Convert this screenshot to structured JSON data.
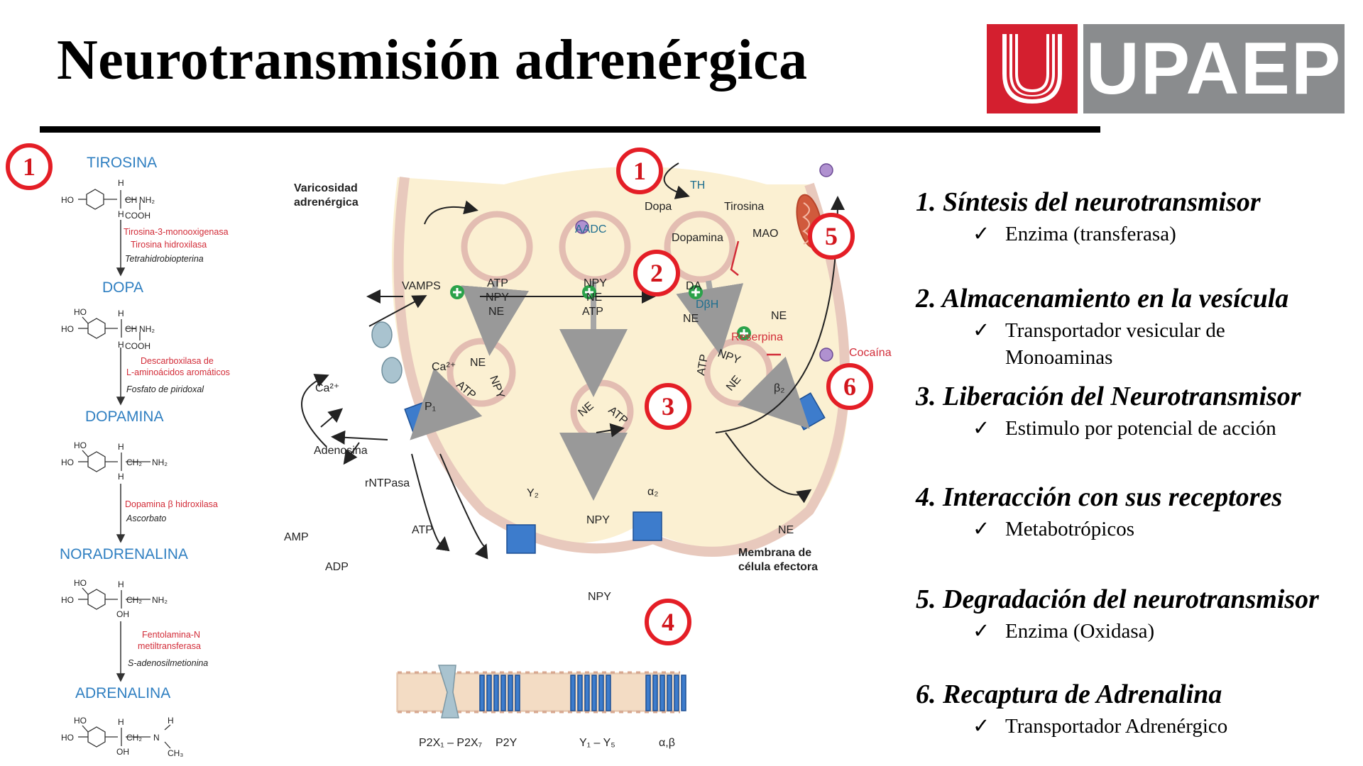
{
  "title": "Neurotransmisión adrenérgica",
  "logo": {
    "text": "UPAEP",
    "letter": "U"
  },
  "colors": {
    "accent_red": "#e41e26",
    "chem_blue": "#2f7fc1",
    "enzyme_red": "#d22c38",
    "receptor_blue": "#3d7ccc",
    "cytoplasm": "#fbf0d2"
  },
  "pathway": {
    "badge": "1",
    "compounds": [
      "TIROSINA",
      "DOPA",
      "DOPAMINA",
      "NORADRENALINA",
      "ADRENALINA"
    ],
    "enzymes": [
      {
        "enzyme": [
          "Tirosina-3-monooxigenasa",
          "Tirosina hidroxilasa"
        ],
        "cofactor": "Tetrahidrobiopterina"
      },
      {
        "enzyme": [
          "Descarboxilasa de",
          "L-aminoácidos aromáticos"
        ],
        "cofactor": "Fosfato de piridoxal"
      },
      {
        "enzyme": [
          "Dopamina β hidroxilasa"
        ],
        "cofactor": "Ascorbato"
      },
      {
        "enzyme": [
          "Fentolamina-N",
          "metiltransferasa"
        ],
        "cofactor": "S-adenosilmetionina"
      }
    ],
    "structure_labels": {
      "ho": "HO",
      "h": "H",
      "ch": "CH",
      "nh2": "NH₂",
      "cooh": "COOH",
      "c": "C",
      "oh": "OH",
      "ch2": "CH₂",
      "n": "N",
      "ch3": "CH₃"
    }
  },
  "diagram": {
    "varicosity_label": [
      "Varicosidad",
      "adrenérgica"
    ],
    "membrane_label": [
      "Membrana de",
      "célula efectora"
    ],
    "badges": [
      "1",
      "2",
      "3",
      "4",
      "5",
      "6"
    ],
    "labels": {
      "th": "TH",
      "dopa": "Dopa",
      "tirosina": "Tirosina",
      "aadc": "AADC",
      "dopamina": "Dopamina",
      "mao": "MAO",
      "da": "DA",
      "dbh": "DβH",
      "ne": "NE",
      "reserpina": "Reserpina",
      "cocaina": "Cocaína",
      "vamps": "VAMPS",
      "atp": "ATP",
      "npy": "NPY",
      "ca": "Ca²⁺",
      "p1": "P₁",
      "adenosina": "Adenosina",
      "rntpasa": "rNTPasa",
      "amp": "AMP",
      "adp": "ADP",
      "y2": "Y₂",
      "alpha2": "α₂",
      "beta2": "β₂",
      "p2x": "P2X₁ – P2X₇",
      "p2y": "P2Y",
      "y1y5": "Y₁ – Y₅",
      "ab": "α,β"
    }
  },
  "steps": [
    {
      "title": "1. Síntesis del neurotransmisor",
      "check": "✓",
      "sub": [
        "Enzima (transferasa)"
      ]
    },
    {
      "title": "2. Almacenamiento en la vesícula",
      "check": "✓",
      "sub": [
        "Transportador vesicular de",
        "Monoaminas"
      ]
    },
    {
      "title": "3. Liberación del Neurotransmisor",
      "check": "✓",
      "sub": [
        "Estimulo por potencial de acción"
      ]
    },
    {
      "title": "4. Interacción con sus receptores",
      "check": "✓",
      "sub": [
        "Metabotrópicos"
      ]
    },
    {
      "title": "5. Degradación del neurotransmisor",
      "check": "✓",
      "sub": [
        "Enzima (Oxidasa)"
      ]
    },
    {
      "title": "6. Recaptura de Adrenalina",
      "check": "✓",
      "sub": [
        "Transportador Adrenérgico"
      ]
    }
  ]
}
